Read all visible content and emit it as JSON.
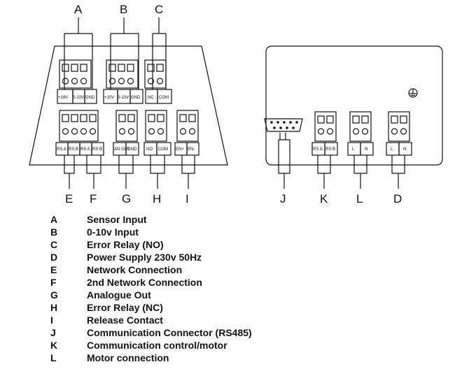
{
  "callouts": {
    "top": [
      "A",
      "B",
      "C"
    ],
    "bottom_left": [
      "E",
      "F",
      "G",
      "H",
      "I"
    ],
    "bottom_right": [
      "J",
      "K",
      "L",
      "D"
    ]
  },
  "terminals": {
    "sensor": [
      "+18V",
      "0-10V",
      "GND"
    ],
    "input": [
      "+10V",
      "0-10V",
      "GND"
    ],
    "relay_top": [
      "NC",
      "COM"
    ],
    "network": [
      "RS A",
      "RS B",
      "RS A",
      "RS B"
    ],
    "analogue": [
      "AN OUT",
      "GND"
    ],
    "relay_bottom": [
      "NO",
      "COM"
    ],
    "release": [
      "EN+",
      "EN-"
    ],
    "comm": [
      "RS A",
      "RS B"
    ],
    "motor": [
      "L",
      "N"
    ],
    "power": [
      "L",
      "N"
    ]
  },
  "legend": [
    {
      "key": "A",
      "desc": "Sensor Input"
    },
    {
      "key": "B",
      "desc": "0-10v Input"
    },
    {
      "key": "C",
      "desc": "Error Relay (NO)"
    },
    {
      "key": "D",
      "desc": "Power Supply 230v 50Hz"
    },
    {
      "key": "E",
      "desc": "Network Connection"
    },
    {
      "key": "F",
      "desc": "2nd Network Connection"
    },
    {
      "key": "G",
      "desc": "Analogue Out"
    },
    {
      "key": "H",
      "desc": "Error Relay (NC)"
    },
    {
      "key": "I",
      "desc": "Release Contact"
    },
    {
      "key": "J",
      "desc": "Communication Connector (RS485)"
    },
    {
      "key": "K",
      "desc": "Communication control/motor"
    },
    {
      "key": "L",
      "desc": "Motor connection"
    }
  ],
  "symbols": {
    "ground": "ground-symbol"
  }
}
